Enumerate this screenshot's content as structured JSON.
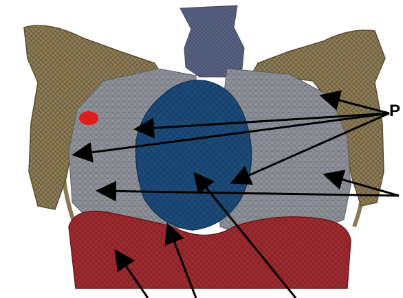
{
  "diagram": {
    "callout_label": "P",
    "colors": {
      "background": "#ffffff",
      "bone": "#8a7a55",
      "bone_dark": "#5a4c30",
      "trachea": "#56607f",
      "lung": "#8f9298",
      "lung_dark": "#6d7076",
      "heart": "#1c4a78",
      "heart_dark": "#123556",
      "diaphragm": "#9c2a2f",
      "diaphragm_dark": "#6e1b1f",
      "marker": "#e21b1b",
      "arrow": "#000000"
    },
    "structures": [
      "trachea",
      "left-scapula",
      "right-scapula",
      "lungs",
      "heart",
      "diaphragm",
      "ribs"
    ],
    "arrow_groups": {
      "p_group": 4,
      "right_group": 2,
      "bottom_group": 3
    }
  }
}
